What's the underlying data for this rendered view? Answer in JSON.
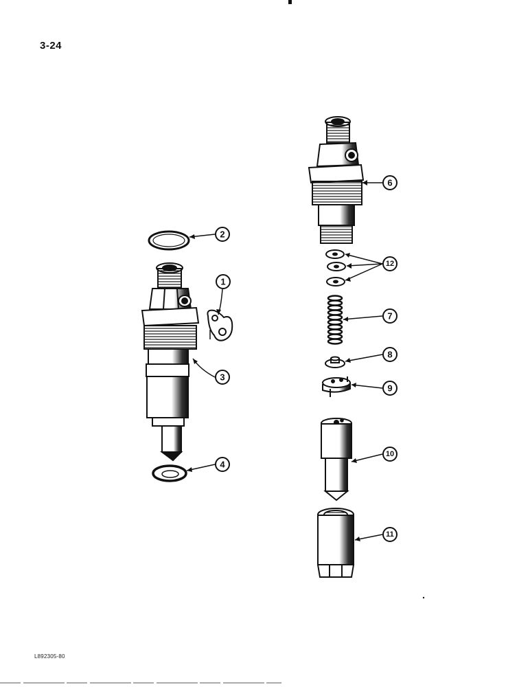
{
  "page": {
    "number": "3-24",
    "figure_id": "L892305-80"
  },
  "callouts": [
    {
      "id": "1",
      "label": "1",
      "part": "injector-gasket-plate"
    },
    {
      "id": "2",
      "label": "2",
      "part": "sealing-ring"
    },
    {
      "id": "3",
      "label": "3",
      "part": "injector-assembly"
    },
    {
      "id": "4",
      "label": "4",
      "part": "washer"
    },
    {
      "id": "6",
      "label": "6",
      "part": "injector-holder-body"
    },
    {
      "id": "7",
      "label": "7",
      "part": "spring"
    },
    {
      "id": "8",
      "label": "8",
      "part": "spring-seat"
    },
    {
      "id": "9",
      "label": "9",
      "part": "intermediate-plate"
    },
    {
      "id": "10",
      "label": "10",
      "part": "nozzle"
    },
    {
      "id": "11",
      "label": "11",
      "part": "nozzle-retaining-nut"
    },
    {
      "id": "12",
      "label": "12",
      "part": "shims"
    }
  ],
  "colors": {
    "ink": "#111111",
    "paper": "#ffffff"
  }
}
